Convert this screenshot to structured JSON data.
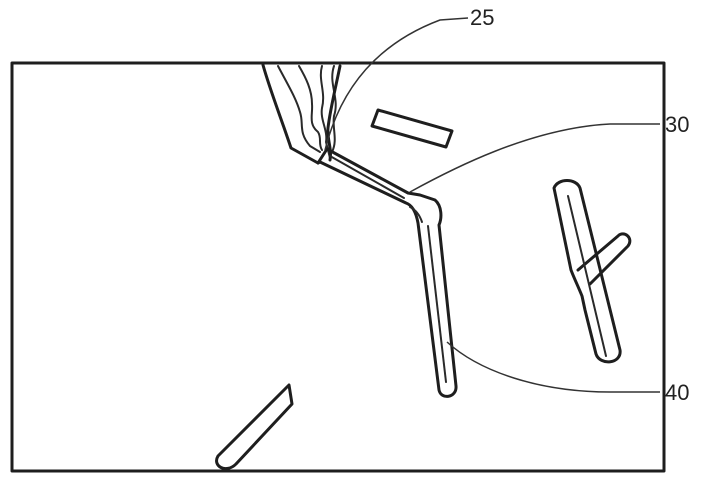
{
  "labels": {
    "ref_25": "25",
    "ref_30": "30",
    "ref_40": "40"
  },
  "colors": {
    "line": "#1e1e1e",
    "background": "#ffffff"
  }
}
